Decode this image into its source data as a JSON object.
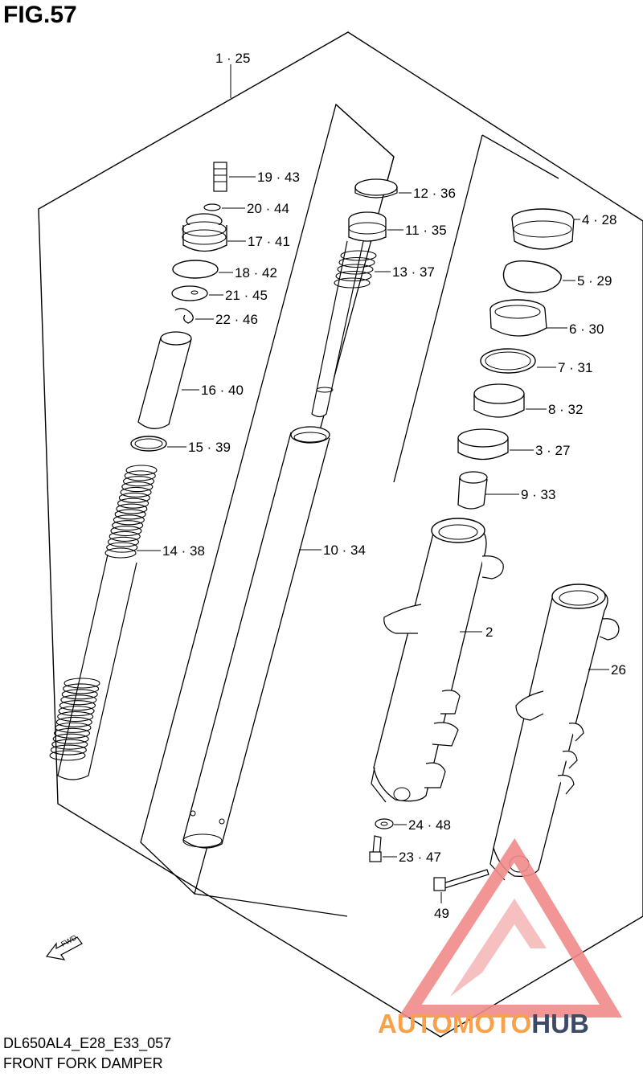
{
  "figure": {
    "title": "FIG.57"
  },
  "footer": {
    "code": "DL650AL4_E28_E33_057",
    "name": "FRONT FORK DAMPER"
  },
  "watermark": {
    "part1": "AUTOMOTO",
    "part2": "HUB",
    "color1": "#f7a24a",
    "color2": "#3c4a66",
    "logo_color": "#f08a8a"
  },
  "fwd_label": "FWD",
  "callouts": {
    "c_1_25": "1 · 25",
    "c_19_43": "19 · 43",
    "c_20_44": "20 · 44",
    "c_17_41": "17 · 41",
    "c_18_42": "18 · 42",
    "c_21_45": "21 · 45",
    "c_22_46": "22 · 46",
    "c_16_40": "16 · 40",
    "c_15_39": "15 · 39",
    "c_14_38": "14 · 38",
    "c_12_36": "12 · 36",
    "c_11_35": "11 · 35",
    "c_13_37": "13 · 37",
    "c_10_34": "10 · 34",
    "c_4_28": "4 · 28",
    "c_5_29": "5 · 29",
    "c_6_30": "6 · 30",
    "c_7_31": "7 · 31",
    "c_8_32": "8 · 32",
    "c_3_27": "3 · 27",
    "c_9_33": "9 · 33",
    "c_2": "2",
    "c_26": "26",
    "c_24_48": "24 · 48",
    "c_23_47": "23 · 47",
    "c_49": "49"
  }
}
